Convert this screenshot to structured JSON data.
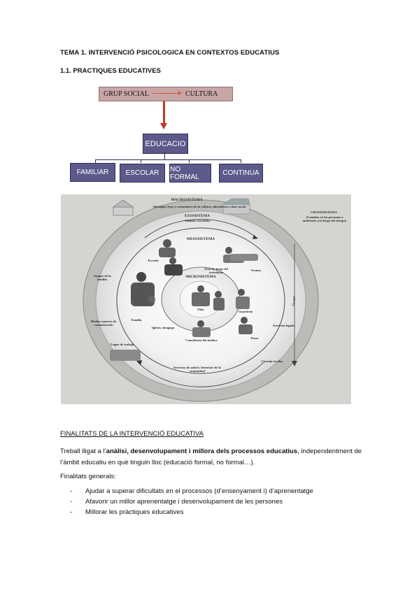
{
  "document": {
    "heading1": "TEMA 1. INTERVENCIÓ PSICOLOGICA EN CONTEXTOS EDUCATIUS",
    "heading2": "1.1. PRACTIQUES EDUCATIVES"
  },
  "diagram": {
    "top_left": "GRUP SOCIAL",
    "top_right": "CULTURA",
    "center": "EDUCACIO",
    "branches": [
      "FAMILIAR",
      "ESCOLAR",
      "NO FORMAL",
      "CONTINUA"
    ],
    "colors": {
      "top_box": "#c9a6a6",
      "node": "#5b5a8a",
      "arrow": "#c0392b"
    }
  },
  "figure": {
    "macro": "MACROSISTEMA",
    "macro_sub": "Ideología, leyes y costumbres de la cultura, subcultura o clase social",
    "exo": "EXOSISTEMA",
    "exo_sub": "Familia extendida",
    "meso": "MESOSISTEMA",
    "micro": "MICROSISTEMA",
    "crono": "CRONOSISTEMA",
    "crono_sub": "(Cambios en las personas o ambientes a lo largo del tiempo)",
    "tiempo": "Tiempo",
    "labels": {
      "escuela": "Escuela",
      "area_juego": "Área de juego del vecindario",
      "vecinos": "Vecinos",
      "amigos": "Amigos de la familia",
      "familia": "Familia",
      "nino": "Niño",
      "guarderia": "Guardería",
      "medios": "Medios masivos de comunicación",
      "iglesia": "Iglesia, sinagoga",
      "servicios_legales": "Servicios legales",
      "pares": "Pares",
      "consultorio": "Consultorio del médico",
      "lugar_trabajo": "Lugar de trabajo",
      "consejo": "Consejo escolar",
      "servicios_salud": "Servicios de salud y bienestar de la comunidad"
    }
  },
  "section": {
    "title": "FINALITATS DE LA INTERVENCIÓ EDUCATIVA",
    "para_start": "Treball lligat a l’",
    "para_bold": "anàlisi, desenvolupament i millora dels processos educatius",
    "para_end": ", independentment de l’àmbit educatiu en què tinguin lloc (educació formal, no formal…).",
    "finalitats_label": "Finalitats generals:",
    "dash": "-",
    "items": [
      "Ajudar a superar dificultats en el processos (d’ensenyament i) d’aprenentatge",
      "Afavorir un millor aprenentatge i desenvolupament de les persones",
      "Millorar les pràctiques educatives"
    ]
  }
}
